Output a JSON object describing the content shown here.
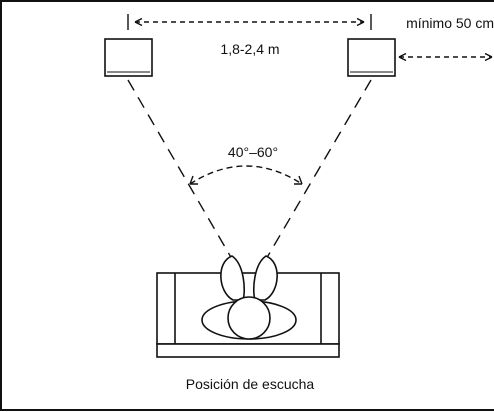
{
  "labels": {
    "speaker_distance": "1,8-2,4 m",
    "wall_distance": "mínimo 50 cm",
    "angle": "40°–60°",
    "listening_position": "Posición de escucha"
  },
  "colors": {
    "line": "#111111",
    "background": "#ffffff"
  }
}
